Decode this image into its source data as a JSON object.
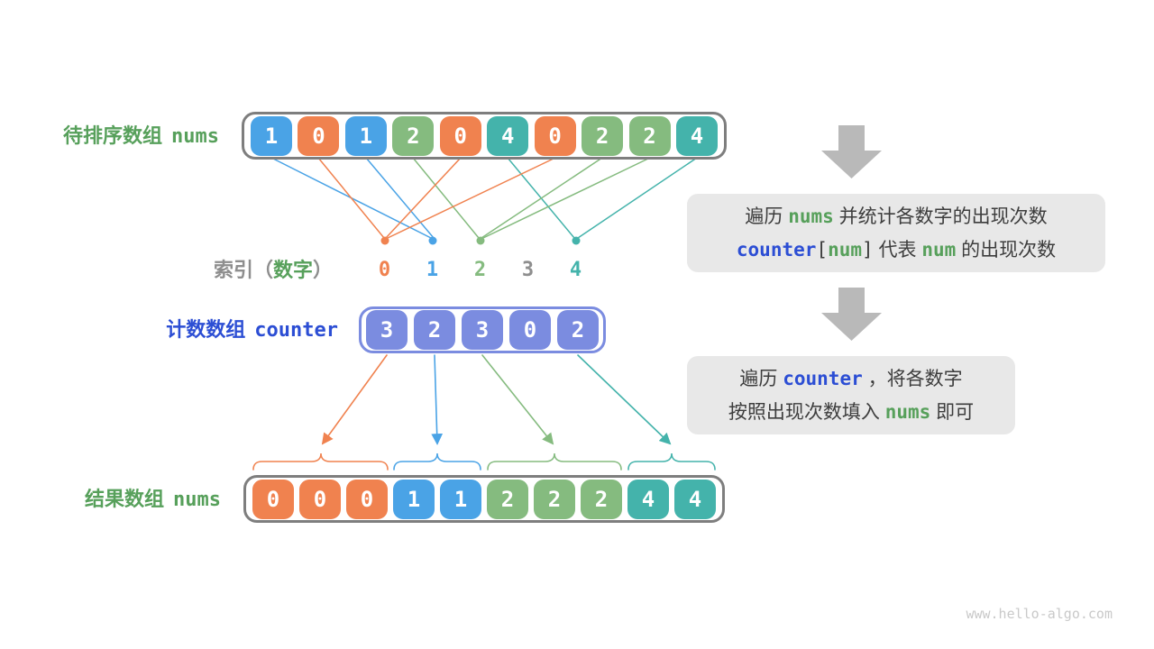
{
  "palette": {
    "orange": "#f0824f",
    "blue": "#4aa3e6",
    "green": "#85bb7f",
    "teal": "#44b3ab",
    "indigo": "#7b8ce0",
    "label_green": "#57a05b",
    "label_blue": "#2c4ed4",
    "gray": "#8e8e8e",
    "text": "#3d3d3d",
    "box_bg": "#e8e8e8",
    "gray_arrow": "#b9b9b9",
    "border_gray": "#7e7e7e",
    "watermark": "#c9c9c9"
  },
  "rows": {
    "unsorted": {
      "label": "待排序数组",
      "code": "nums",
      "cells": [
        {
          "v": "1",
          "c": "blue"
        },
        {
          "v": "0",
          "c": "orange"
        },
        {
          "v": "1",
          "c": "blue"
        },
        {
          "v": "2",
          "c": "green"
        },
        {
          "v": "0",
          "c": "orange"
        },
        {
          "v": "4",
          "c": "teal"
        },
        {
          "v": "0",
          "c": "orange"
        },
        {
          "v": "2",
          "c": "green"
        },
        {
          "v": "2",
          "c": "green"
        },
        {
          "v": "4",
          "c": "teal"
        }
      ]
    },
    "index": {
      "segments": [
        {
          "t": "索引（",
          "cls": "t-gray"
        },
        {
          "t": "数字",
          "cls": "t-green"
        },
        {
          "t": "）",
          "cls": "t-gray"
        }
      ],
      "digits": [
        {
          "v": "0",
          "c": "orange"
        },
        {
          "v": "1",
          "c": "blue"
        },
        {
          "v": "2",
          "c": "green"
        },
        {
          "v": "3",
          "c": "gray"
        },
        {
          "v": "4",
          "c": "teal"
        }
      ]
    },
    "counter": {
      "label": "计数数组",
      "code": "counter",
      "cells": [
        {
          "v": "3",
          "c": "indigo"
        },
        {
          "v": "2",
          "c": "indigo"
        },
        {
          "v": "3",
          "c": "indigo"
        },
        {
          "v": "0",
          "c": "indigo"
        },
        {
          "v": "2",
          "c": "indigo"
        }
      ]
    },
    "result": {
      "label": "结果数组",
      "code": "nums",
      "cells": [
        {
          "v": "0",
          "c": "orange"
        },
        {
          "v": "0",
          "c": "orange"
        },
        {
          "v": "0",
          "c": "orange"
        },
        {
          "v": "1",
          "c": "blue"
        },
        {
          "v": "1",
          "c": "blue"
        },
        {
          "v": "2",
          "c": "green"
        },
        {
          "v": "2",
          "c": "green"
        },
        {
          "v": "2",
          "c": "green"
        },
        {
          "v": "4",
          "c": "teal"
        },
        {
          "v": "4",
          "c": "teal"
        }
      ]
    }
  },
  "callouts": {
    "first": {
      "line1": [
        {
          "t": "遍历 "
        },
        {
          "t": "nums",
          "cls": "code t-green"
        },
        {
          "t": " 并统计各数字的出现次数"
        }
      ],
      "line2": [
        {
          "t": "counter",
          "cls": "code t-blue"
        },
        {
          "t": "[",
          "cls": "bracket"
        },
        {
          "t": "num",
          "cls": "code t-green"
        },
        {
          "t": "]",
          "cls": "bracket"
        },
        {
          "t": " 代表 "
        },
        {
          "t": "num",
          "cls": "code t-green"
        },
        {
          "t": " 的出现次数"
        }
      ]
    },
    "second": {
      "line1": [
        {
          "t": "遍历 "
        },
        {
          "t": "counter",
          "cls": "code t-blue"
        },
        {
          "t": " ，将各数字"
        }
      ],
      "line2": [
        {
          "t": "按照出现次数填入 "
        },
        {
          "t": "nums",
          "cls": "code t-green"
        },
        {
          "t": " 即可"
        }
      ]
    }
  },
  "watermark": "www.hello-algo.com"
}
